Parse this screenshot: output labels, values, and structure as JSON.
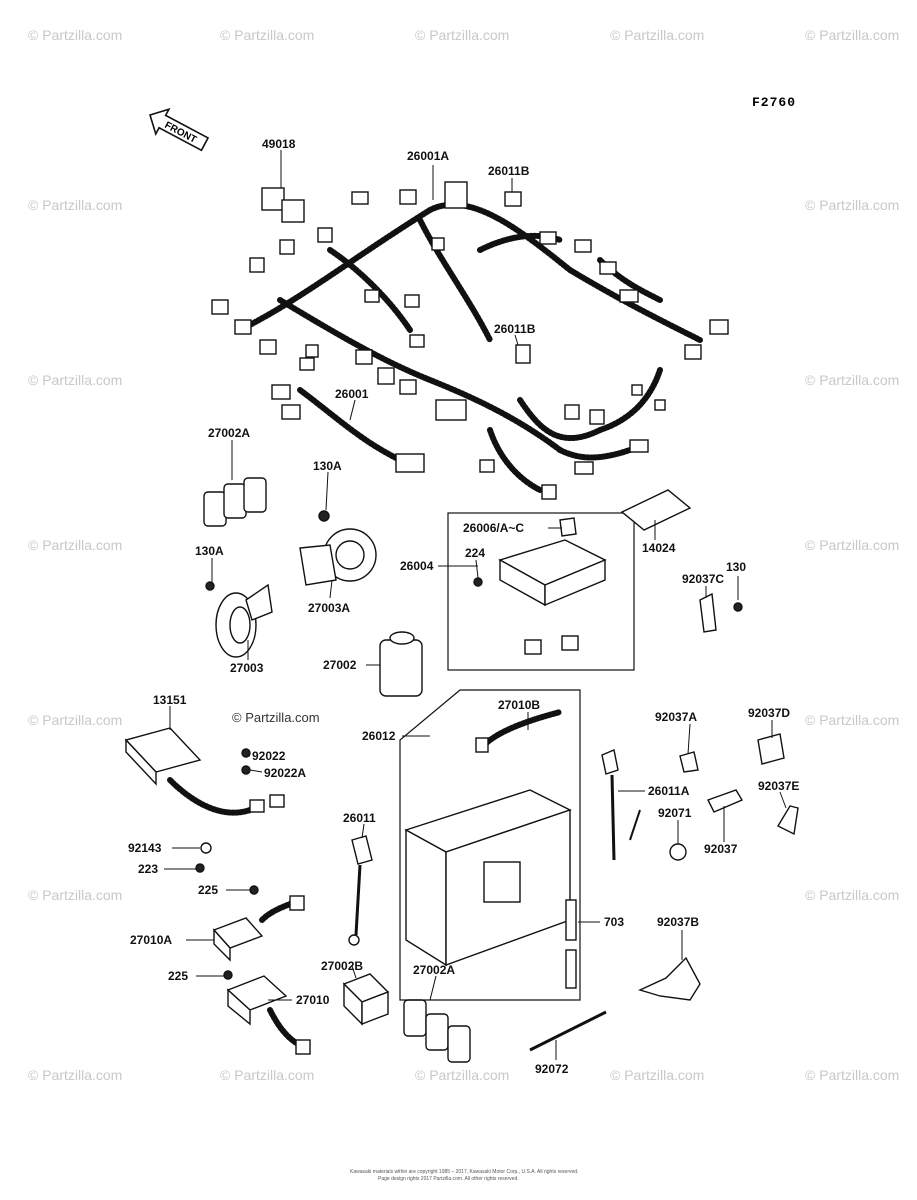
{
  "figure_code": "F2760",
  "front_marker": "FRONT",
  "watermark": "© Partzilla.com",
  "center_watermark": "© Partzilla.com",
  "footer": {
    "line1": "Kawasaki materials within are copyright 1985 – 2017, Kawasaki Motor Corp., U.S.A. All rights reserved.",
    "line2": "Page design rights 2017 Partzilla.com. All other rights reserved."
  },
  "labels": {
    "l49018": "49018",
    "l26001A": "26001A",
    "l26011B_top": "26011B",
    "l26011B_mid": "26011B",
    "l26001": "26001",
    "l27002A_top": "27002A",
    "l130A_top": "130A",
    "l130A_left": "130A",
    "l27003A": "27003A",
    "l27003": "27003",
    "l27002": "27002",
    "l26006": "26006/A~C",
    "l224": "224",
    "l26004": "26004",
    "l14024": "14024",
    "l92037C": "92037C",
    "l130": "130",
    "l13151": "13151",
    "l92022": "92022",
    "l92022A": "92022A",
    "l27010B": "27010B",
    "l26012": "26012",
    "l92037A": "92037A",
    "l92037D": "92037D",
    "l26011A": "26011A",
    "l92037E": "92037E",
    "l92071": "92071",
    "l92037": "92037",
    "l92143": "92143",
    "l223": "223",
    "l26011": "26011",
    "l225_top": "225",
    "l27010A": "27010A",
    "l703": "703",
    "l92037B": "92037B",
    "l225_bot": "225",
    "l27010": "27010",
    "l27002B": "27002B",
    "l27002A_bot": "27002A",
    "l92072": "92072"
  }
}
